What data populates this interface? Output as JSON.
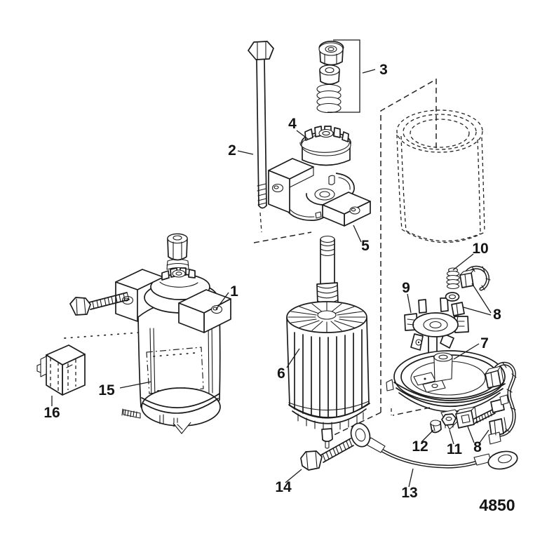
{
  "figure_number": "4850",
  "callouts": [
    {
      "label": "1"
    },
    {
      "label": "2"
    },
    {
      "label": "3"
    },
    {
      "label": "4"
    },
    {
      "label": "5"
    },
    {
      "label": "6"
    },
    {
      "label": "7"
    },
    {
      "label": "8"
    },
    {
      "label": "8"
    },
    {
      "label": "9"
    },
    {
      "label": "10"
    },
    {
      "label": "11"
    },
    {
      "label": "12"
    },
    {
      "label": "13"
    },
    {
      "label": "14"
    },
    {
      "label": "15"
    },
    {
      "label": "16"
    }
  ]
}
